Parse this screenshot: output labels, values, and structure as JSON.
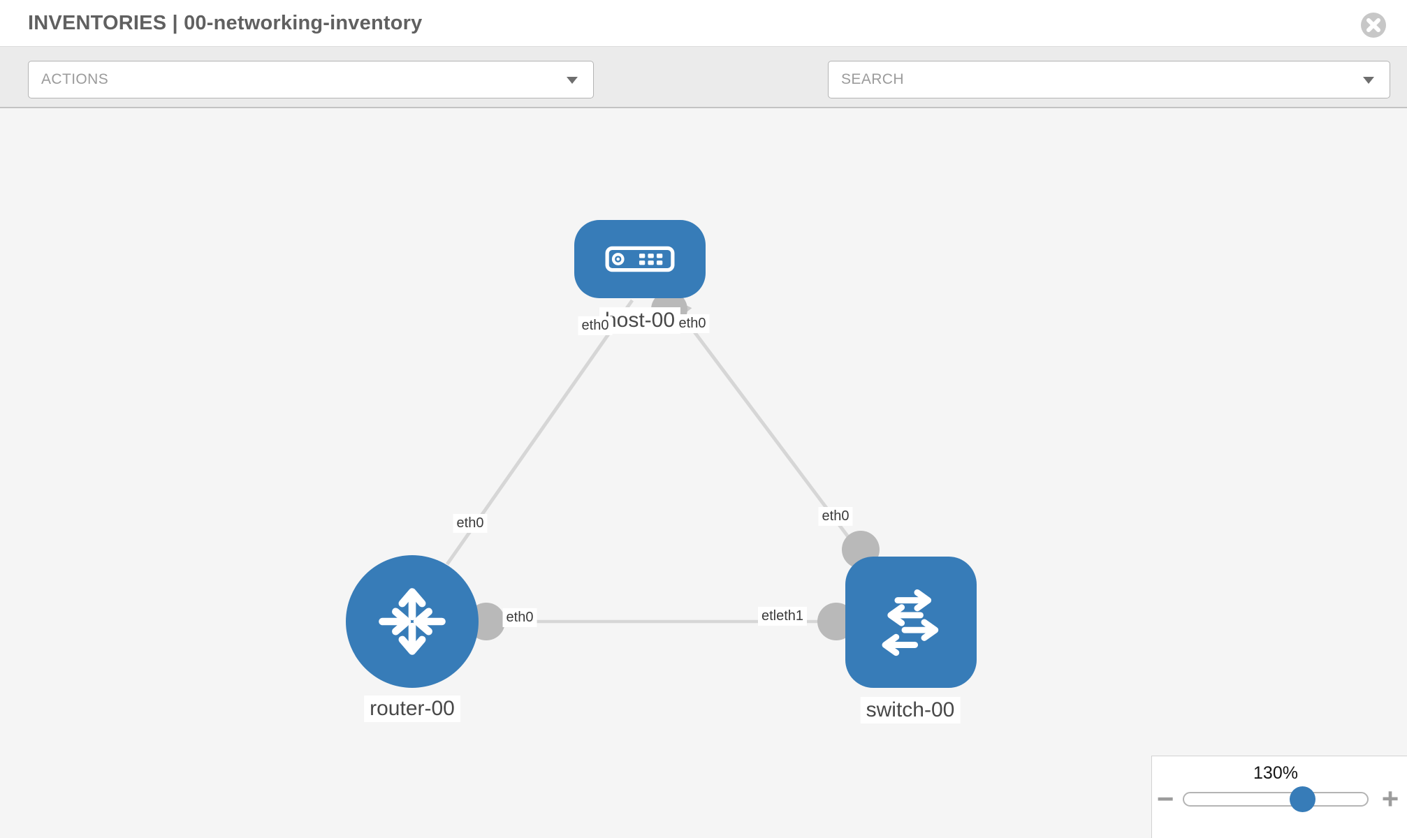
{
  "header": {
    "title": "INVENTORIES | 00-networking-inventory"
  },
  "toolbar": {
    "actions_label": "ACTIONS",
    "search_label": "SEARCH"
  },
  "topology": {
    "nodes": [
      {
        "type": "host",
        "label": "host-00"
      },
      {
        "type": "router",
        "label": "router-00"
      },
      {
        "type": "switch",
        "label": "switch-00"
      }
    ],
    "interface_labels": [
      {
        "text": "eth0"
      },
      {
        "text": "eth0"
      },
      {
        "text": "eth0"
      },
      {
        "text": "eth0"
      },
      {
        "text": "eth0"
      },
      {
        "text": "etleth1"
      }
    ]
  },
  "zoom_control": {
    "level": "130%",
    "minus": "−",
    "plus": "+"
  },
  "colors": {
    "node_blue": "#377cb8",
    "link_gray": "#d6d6d6",
    "interface_gray": "#b9b9b9",
    "canvas_bg": "#f5f5f5",
    "toolbar_bg": "#ebebeb"
  }
}
